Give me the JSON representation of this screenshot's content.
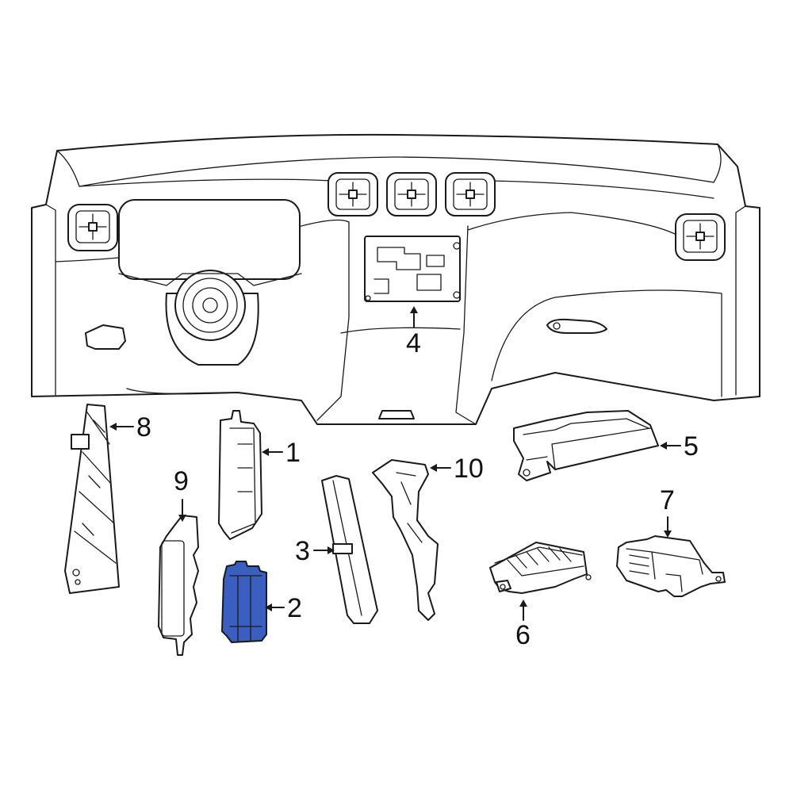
{
  "diagram": {
    "highlight_color": "#3a5fc0",
    "line_color": "#1a1a1a",
    "background": "#ffffff",
    "callouts": [
      {
        "id": "1",
        "label": "1"
      },
      {
        "id": "2",
        "label": "2"
      },
      {
        "id": "3",
        "label": "3"
      },
      {
        "id": "4",
        "label": "4"
      },
      {
        "id": "5",
        "label": "5"
      },
      {
        "id": "6",
        "label": "6"
      },
      {
        "id": "7",
        "label": "7"
      },
      {
        "id": "8",
        "label": "8"
      },
      {
        "id": "9",
        "label": "9"
      },
      {
        "id": "10",
        "label": "10"
      }
    ],
    "highlighted_part": "2"
  }
}
